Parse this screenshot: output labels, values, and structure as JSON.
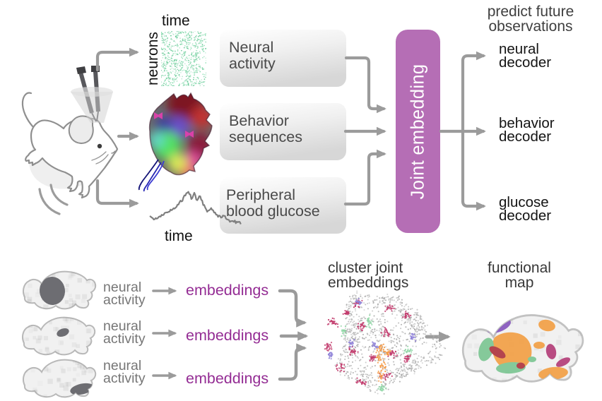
{
  "figure": {
    "top": {
      "raster_xlabel": "time",
      "raster_ylabel": "neurons",
      "glucose_xlabel": "time",
      "inputs": [
        {
          "label": "Neural\nactivity"
        },
        {
          "label": "Behavior\nsequences"
        },
        {
          "label": "Peripheral\nblood glucose"
        }
      ],
      "joint_embedding": "Joint embedding",
      "output_header": "predict future\nobservations",
      "decoders": [
        {
          "label": "neural\ndecoder"
        },
        {
          "label": "behavior\ndecoder"
        },
        {
          "label": "glucose\ndecoder"
        }
      ]
    },
    "bottom": {
      "rows": [
        {
          "input": "neural\nactivity",
          "output": "embeddings"
        },
        {
          "input": "neural\nactivity",
          "output": "embeddings"
        },
        {
          "input": "neural\nactivity",
          "output": "embeddings"
        }
      ],
      "cluster_title": "cluster joint\nembeddings",
      "map_title": "functional\nmap"
    }
  },
  "colors": {
    "arrow": "#9b9b9b",
    "joint_embedding_fill": "#b56eb5",
    "joint_embedding_text": "#ffffff",
    "embeddings_text": "#942d94",
    "input_box_text": "#4a4a4a",
    "gray_label": "#767676",
    "dark_label": "#141414",
    "header_label": "#3f3f3f",
    "section_title": "#383838",
    "raster_green": "#6ecf9d",
    "glucose_trace": "#7f7f7f",
    "cluster_gray": "#ababab",
    "cluster_crimson": "#c23a6c",
    "cluster_green": "#8fd6a5",
    "cluster_purple": "#8f82d8",
    "cluster_orange": "#f59a45",
    "map_orange": "#f2a24a",
    "map_purple": "#8a5cbe",
    "map_green": "#7fc795",
    "map_crimson": "#b5437c",
    "map_red": "#b03a45",
    "brain_blob": "#6d6d72"
  }
}
